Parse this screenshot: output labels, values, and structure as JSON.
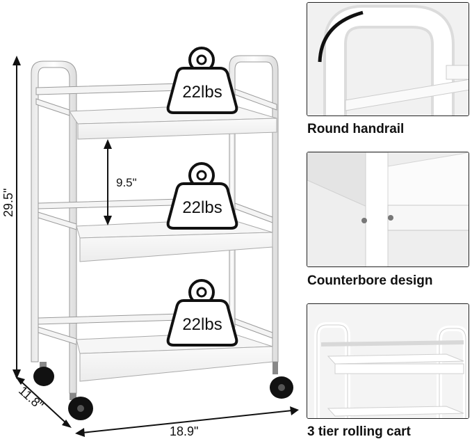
{
  "dimensions": {
    "height": "29.5\"",
    "shelf_gap": "9.5\"",
    "width": "18.9\"",
    "depth": "11.8\""
  },
  "shelves": [
    {
      "capacity": "22lbs"
    },
    {
      "capacity": "22lbs"
    },
    {
      "capacity": "22lbs"
    }
  ],
  "features": [
    {
      "caption": "Round handrail"
    },
    {
      "caption": "Counterbore design"
    },
    {
      "caption": "3 tier rolling cart"
    }
  ],
  "colors": {
    "cart": "#ffffff",
    "outline": "#1a1a1a",
    "wheel": "#111111",
    "panel_border": "#222222"
  }
}
